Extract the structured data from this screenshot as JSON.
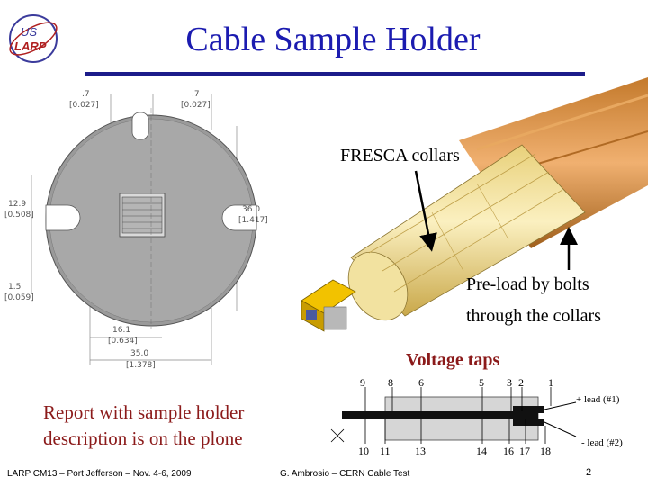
{
  "title": "Cable Sample Holder",
  "logo": {
    "line1": "US",
    "line2": "LARP"
  },
  "drawing_dims": {
    "top_left": ".7",
    "top_left_in": "[0.027]",
    "top_right": ".7",
    "top_right_in": "[0.027]",
    "left": "12.9",
    "left_in": "[0.508]",
    "right": "36.0",
    "right_in": "[1.417]",
    "left_low": "1.5",
    "left_low_in": "[0.059]",
    "bottom1": "16.1",
    "bottom1_in": "[0.634]",
    "bottom2": "35.0",
    "bottom2_in": "[1.378]"
  },
  "labels": {
    "fresca": "FRESCA collars",
    "preload_line1": "Pre-load by bolts",
    "preload_line2": "through the collars",
    "voltage_taps": "Voltage taps"
  },
  "report": {
    "line1": "Report with sample holder",
    "line2": "description is on the plone"
  },
  "taps": {
    "top": [
      "9",
      "8",
      "6",
      "5",
      "3",
      "2",
      "1"
    ],
    "bottom": [
      "10",
      "11",
      "13",
      "14",
      "16",
      "17",
      "18"
    ],
    "lead_plus": "+ lead (#1)",
    "lead_minus": "- lead (#2)"
  },
  "footer": {
    "left": "LARP CM13 – Port Jefferson – Nov. 4-6, 2009",
    "center": "G. Ambrosio – CERN Cable Test",
    "page": "2"
  },
  "colors": {
    "title": "#1b1bb0",
    "accent_red": "#8b1a1a",
    "rule": "#1c1c8a",
    "collar": "#f0dc8c",
    "copper": "#d08a3c"
  }
}
